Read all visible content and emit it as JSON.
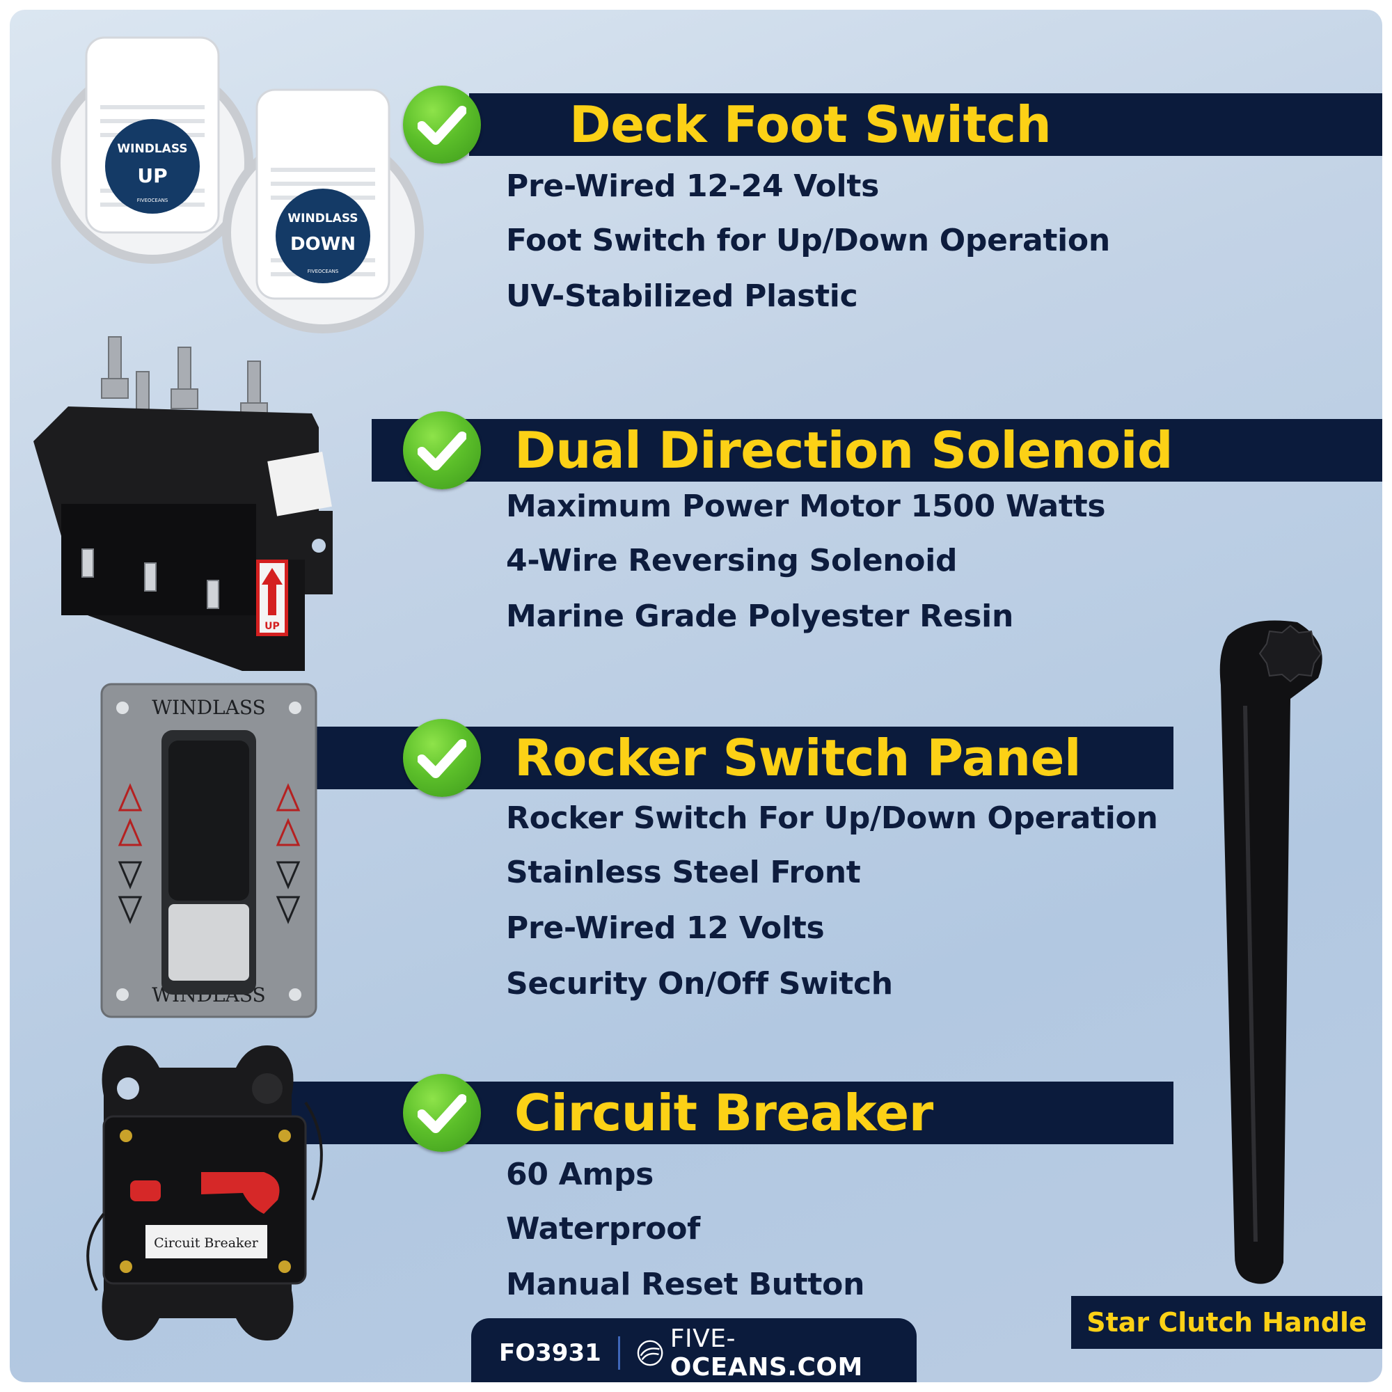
{
  "sections": [
    {
      "title": "Deck Foot Switch",
      "features": [
        "Pre-Wired  12-24 Volts",
        "Foot Switch for Up/Down Operation",
        "UV-Stabilized Plastic"
      ]
    },
    {
      "title": "Dual Direction Solenoid",
      "features": [
        "Maximum Power Motor 1500 Watts",
        "4-Wire Reversing Solenoid",
        "Marine Grade Polyester Resin"
      ]
    },
    {
      "title": "Rocker Switch Panel",
      "features": [
        "Rocker Switch For Up/Down Operation",
        "Stainless Steel Front",
        "Pre-Wired 12 Volts",
        "Security On/Off Switch"
      ]
    },
    {
      "title": "Circuit Breaker",
      "features": [
        "60 Amps",
        "Waterproof",
        "Manual Reset Button"
      ]
    }
  ],
  "product_labels": {
    "foot_switch_up_brand": "WINDLASS",
    "foot_switch_up_label": "UP",
    "foot_switch_down_brand": "WINDLASS",
    "foot_switch_down_label": "DOWN",
    "foot_switch_maker": "FIVEOCEANS",
    "solenoid_up_label": "UP",
    "rocker_top_label": "WINDLASS",
    "rocker_bottom_label": "WINDLASS",
    "breaker_label": "Circuit Breaker"
  },
  "handle_label": "Star Clutch Handle",
  "footer": {
    "sku": "FO3931",
    "domain_prefix": "FIVE-",
    "domain_suffix": "OCEANS.COM"
  },
  "colors": {
    "navy": "#0b1b3c",
    "accent_yellow": "#fcd116",
    "check_green": "#5cbf2a",
    "text_dark": "#0d1c3d"
  },
  "icons": [
    "check-icon",
    "five-oceans-logo-icon"
  ]
}
